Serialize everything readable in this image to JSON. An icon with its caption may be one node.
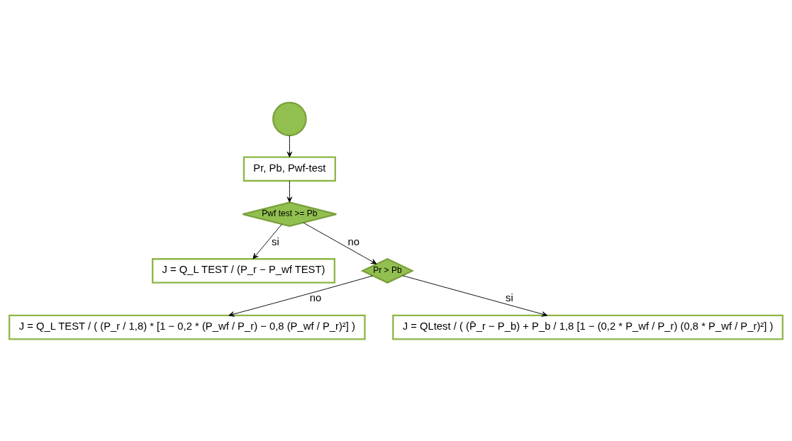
{
  "diagram": {
    "nodes": [
      {
        "text": [],
        "shape": "circle"
      },
      {
        "text": [
          "Pr, Pb, Pwf-test"
        ]
      },
      {
        "text": [
          "Pwf test >= Pb"
        ]
      },
      {
        "text": [
          "J = Q_L TEST / (P_r − P_wf TEST)"
        ]
      },
      {
        "text": [
          "Pr > Pb"
        ]
      },
      {
        "text": [
          "J = Q_L TEST / ( (P_r / 1,8) * [1 − 0,2 * (P_wf / P_r) − 0,8 (P_wf / P_r)²] )"
        ]
      },
      {
        "text": [
          "J = QLtest / ( (P̄_r − P_b) + P_b / 1,8 [1 − (0,2 * P_wf / P_r) (0,8 * P_wf / P_r)²] )"
        ]
      }
    ],
    "edges": [
      {
        "from": 0,
        "to": 1,
        "arrow": "to"
      },
      {
        "from": 1,
        "to": 2,
        "arrow": "to"
      },
      {
        "from": 2,
        "to": 3,
        "arrow": "to",
        "label": "si"
      },
      {
        "from": 2,
        "to": 4,
        "arrow": "to",
        "label": "no"
      },
      {
        "from": 4,
        "to": 5,
        "arrow": "to",
        "label": "no"
      },
      {
        "from": 4,
        "to": 6,
        "arrow": "to",
        "label": "si"
      }
    ]
  }
}
